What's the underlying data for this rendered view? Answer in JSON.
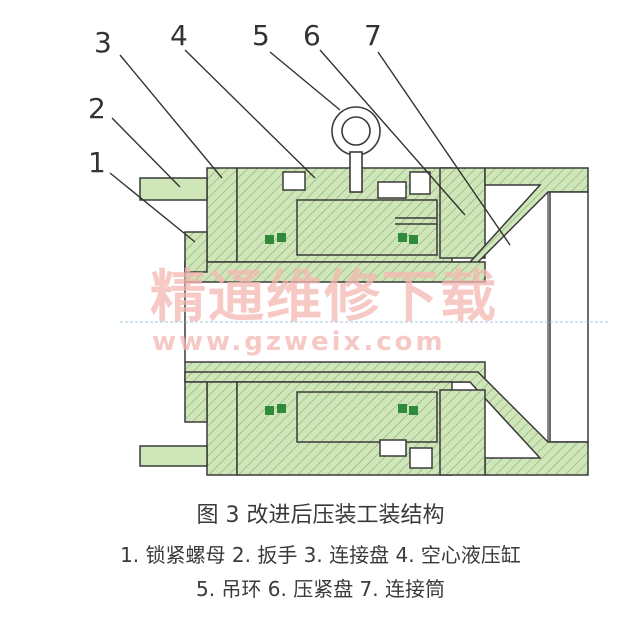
{
  "callouts": [
    "1",
    "2",
    "3",
    "4",
    "5",
    "6",
    "7"
  ],
  "watermark": {
    "cn": "精通维修下载",
    "url": "www.gzweix.com"
  },
  "caption": {
    "title": "图 3  改进后压装工装结构",
    "legend_line1": "1. 锁紧螺母  2. 扳手  3. 连接盘  4. 空心液压缸",
    "legend_line2": "5. 吊环  6. 压紧盘  7. 连接筒"
  },
  "colors": {
    "fill": "#cfe6b8",
    "hatch": "#8aa878",
    "outline": "#3a3a3a",
    "seal": "#2f8a3a",
    "watermark": "#f4b8b2"
  }
}
